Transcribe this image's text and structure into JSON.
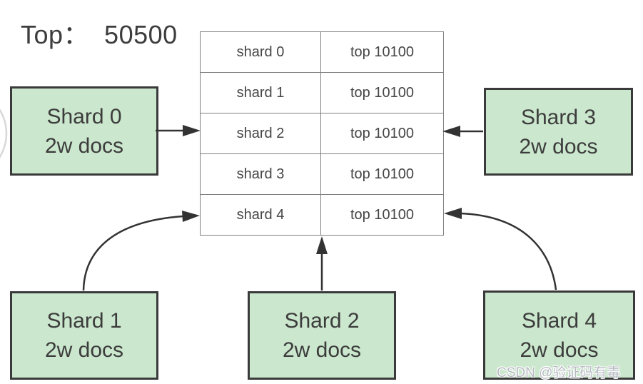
{
  "title": "Top：  50500",
  "table": {
    "rows": [
      {
        "shard": "shard 0",
        "top": "top 10100"
      },
      {
        "shard": "shard 1",
        "top": "top 10100"
      },
      {
        "shard": "shard 2",
        "top": "top 10100"
      },
      {
        "shard": "shard 3",
        "top": "top 10100"
      },
      {
        "shard": "shard 4",
        "top": "top 10100"
      }
    ]
  },
  "boxes": [
    {
      "line1": "Shard 0",
      "line2": "2w docs"
    },
    {
      "line1": "Shard 1",
      "line2": "2w docs"
    },
    {
      "line1": "Shard 2",
      "line2": "2w docs"
    },
    {
      "line1": "Shard 3",
      "line2": "2w docs"
    },
    {
      "line1": "Shard 4",
      "line2": "2w docs"
    }
  ],
  "watermark": "CSDN @验证码有毒",
  "colors": {
    "box_fill": "#cbe7cd",
    "box_border": "#3a3a3a",
    "table_border": "#7f7f7f",
    "arrow": "#333333",
    "text": "#3c3c3c",
    "watermark": "#b6bbc1"
  }
}
